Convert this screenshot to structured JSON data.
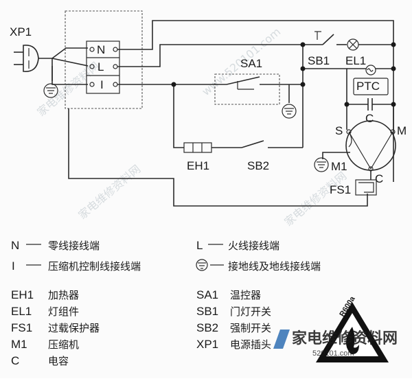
{
  "diagram": {
    "labels": {
      "xp1": "XP1",
      "n": "N",
      "l": "L",
      "i": "I",
      "sa1": "SA1",
      "sb1": "SB1",
      "el1": "EL1",
      "ptc": "PTC",
      "c_cap": "C",
      "s": "S",
      "m": "M",
      "m1": "M1",
      "c_motor": "C",
      "fs1": "FS1",
      "eh1": "EH1",
      "sb2": "SB2"
    }
  },
  "legend": {
    "top": [
      {
        "sym": "N",
        "text": "零线接线端"
      },
      {
        "sym": "L",
        "text": "火线接线端"
      },
      {
        "sym": "I",
        "text": "压缩机控制线接线端"
      },
      {
        "sym": "",
        "text": "接地线及地线接线端"
      }
    ],
    "left": [
      {
        "code": "EH1",
        "text": "加热器"
      },
      {
        "code": "EL1",
        "text": "灯组件"
      },
      {
        "code": "FS1",
        "text": "过载保护器"
      },
      {
        "code": "M1",
        "text": "压缩机"
      },
      {
        "code": "C",
        "text": "电容"
      }
    ],
    "right": [
      {
        "code": "SA1",
        "text": "温控器"
      },
      {
        "code": "SB1",
        "text": "门灯开关"
      },
      {
        "code": "SB2",
        "text": "强制开关"
      },
      {
        "code": "XP1",
        "text": "电源插头"
      }
    ],
    "warning_text": "R600a"
  },
  "watermark": {
    "text": "家电维修资料网",
    "url": "www.520101.com",
    "logo_text": "家电维修资料网",
    "logo_url": "520101.com"
  },
  "colors": {
    "ink": "#1a1a1a",
    "watermark": "#b8c2c8",
    "logo": "#2f6fb3"
  }
}
